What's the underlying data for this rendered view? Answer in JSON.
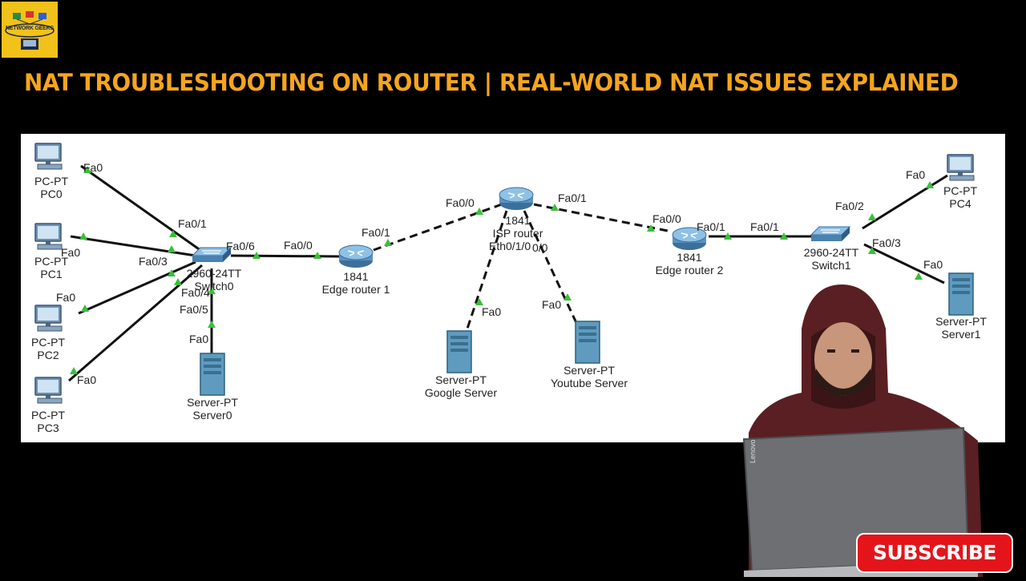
{
  "logo": {
    "text": "NETWORK GEEKS"
  },
  "headline": "NAT TROUBLESHOOTING ON ROUTER | REAL-WORLD NAT ISSUES EXPLAINED",
  "devices": {
    "pc0": {
      "type": "PC-PT",
      "name": "PC0"
    },
    "pc1": {
      "type": "PC-PT",
      "name": "PC1"
    },
    "pc2": {
      "type": "PC-PT",
      "name": "PC2"
    },
    "pc3": {
      "type": "PC-PT",
      "name": "PC3"
    },
    "pc4": {
      "type": "PC-PT",
      "name": "PC4"
    },
    "switch0": {
      "type": "2960-24TT",
      "name": "Switch0"
    },
    "switch1": {
      "type": "2960-24TT",
      "name": "Switch1"
    },
    "edge1": {
      "type": "1841",
      "name": "Edge router 1"
    },
    "edge2": {
      "type": "1841",
      "name": "Edge router 2"
    },
    "isp": {
      "type": "1841",
      "name": "ISP router"
    },
    "server0": {
      "type": "Server-PT",
      "name": "Server0"
    },
    "server1": {
      "type": "Server-PT",
      "name": "Server1"
    },
    "google": {
      "type": "Server-PT",
      "name": "Google Server"
    },
    "youtube": {
      "type": "Server-PT",
      "name": "Youtube Server"
    }
  },
  "ports": {
    "pc0_fa0": "Fa0",
    "sw0_fa0_1": "Fa0/1",
    "pc1_fa0": "Fa0",
    "sw0_fa0_3": "Fa0/3",
    "pc2_fa0": "Fa0",
    "sw0_fa0_4": "Fa0/4",
    "pc3_fa0": "Fa0",
    "sw0_fa0_5": "Fa0/5",
    "server0_fa0": "Fa0",
    "sw0_fa0_6": "Fa0/6",
    "edge1_fa0_0": "Fa0/0",
    "edge1_fa0_1": "Fa0/1",
    "isp_fa0_0": "Fa0/0",
    "isp_fa0_1": "Fa0/1",
    "isp_eth": "Eth0/1/0",
    "isp_eth2": "0/0",
    "google_fa0": "Fa0",
    "youtube_fa0": "Fa0",
    "edge2_fa0_0": "Fa0/0",
    "edge2_fa0_1": "Fa0/1",
    "sw1_fa0_1": "Fa0/1",
    "sw1_fa0_2": "Fa0/2",
    "sw1_fa0_3": "Fa0/3",
    "pc4_fa0": "Fa0",
    "server1_fa0": "Fa0"
  },
  "laptop_brand": "Lenovo",
  "subscribe_label": "SUBSCRIBE",
  "colors": {
    "headline": "#f5a51e",
    "logo_bg": "#f2c21b",
    "subscribe": "#e4141b",
    "link_arrow": "#3bbf3b"
  }
}
